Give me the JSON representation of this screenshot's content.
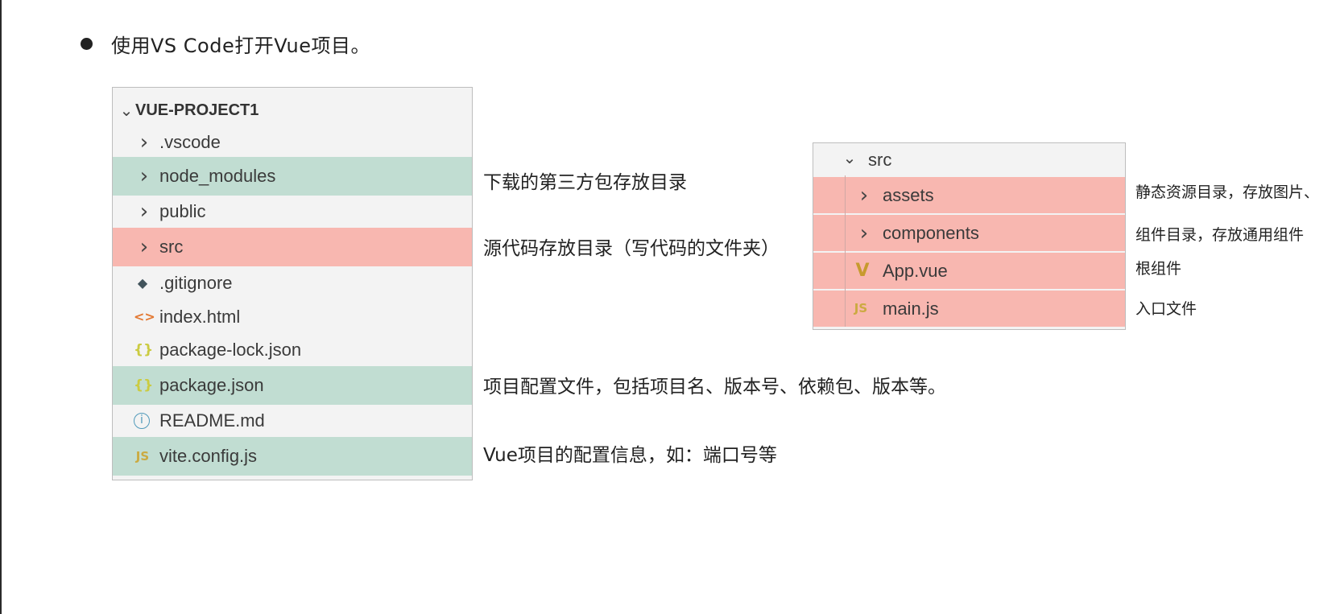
{
  "heading": {
    "text": "使用VS Code打开Vue项目。"
  },
  "project_tree": {
    "root": "VUE-PROJECT1",
    "items": [
      {
        "label": ".vscode",
        "icon": "chevron-right-icon",
        "highlight": "none"
      },
      {
        "label": "node_modules",
        "icon": "chevron-right-icon",
        "highlight": "green"
      },
      {
        "label": "public",
        "icon": "chevron-right-icon",
        "highlight": "none"
      },
      {
        "label": "src",
        "icon": "chevron-right-icon",
        "highlight": "red"
      },
      {
        "label": ".gitignore",
        "icon": "git-icon",
        "highlight": "none"
      },
      {
        "label": "index.html",
        "icon": "html-icon",
        "highlight": "none"
      },
      {
        "label": "package-lock.json",
        "icon": "json-icon",
        "highlight": "none"
      },
      {
        "label": "package.json",
        "icon": "json-icon",
        "highlight": "green"
      },
      {
        "label": "README.md",
        "icon": "info-icon",
        "highlight": "none"
      },
      {
        "label": "vite.config.js",
        "icon": "js-icon",
        "highlight": "green"
      }
    ]
  },
  "project_notes": {
    "node_modules": "下载的第三方包存放目录",
    "src": "源代码存放目录（写代码的文件夹）",
    "package_json": "项目配置文件，包括项目名、版本号、依赖包、版本等。",
    "vite_config": "Vue项目的配置信息，如：端口号等"
  },
  "src_tree": {
    "root": "src",
    "items": [
      {
        "label": "assets",
        "icon": "chevron-right-icon",
        "highlight": "red"
      },
      {
        "label": "components",
        "icon": "chevron-right-icon",
        "highlight": "red"
      },
      {
        "label": "App.vue",
        "icon": "vue-icon",
        "highlight": "red"
      },
      {
        "label": "main.js",
        "icon": "js-icon",
        "highlight": "red"
      }
    ]
  },
  "src_notes": {
    "assets": "静态资源目录，存放图片、",
    "components": "组件目录，存放通用组件",
    "app_vue": "根组件",
    "main_js": "入口文件"
  },
  "icons": {
    "chevron_right": "›",
    "chevron_down": "⌄",
    "git": "◆",
    "html": "<>",
    "json": "{}",
    "info": "i",
    "js": "JS",
    "vue": "V"
  },
  "colors": {
    "green_highlight": "#c1ddd2",
    "red_highlight": "#f8b7b0",
    "panel_bg": "#f3f3f3"
  }
}
